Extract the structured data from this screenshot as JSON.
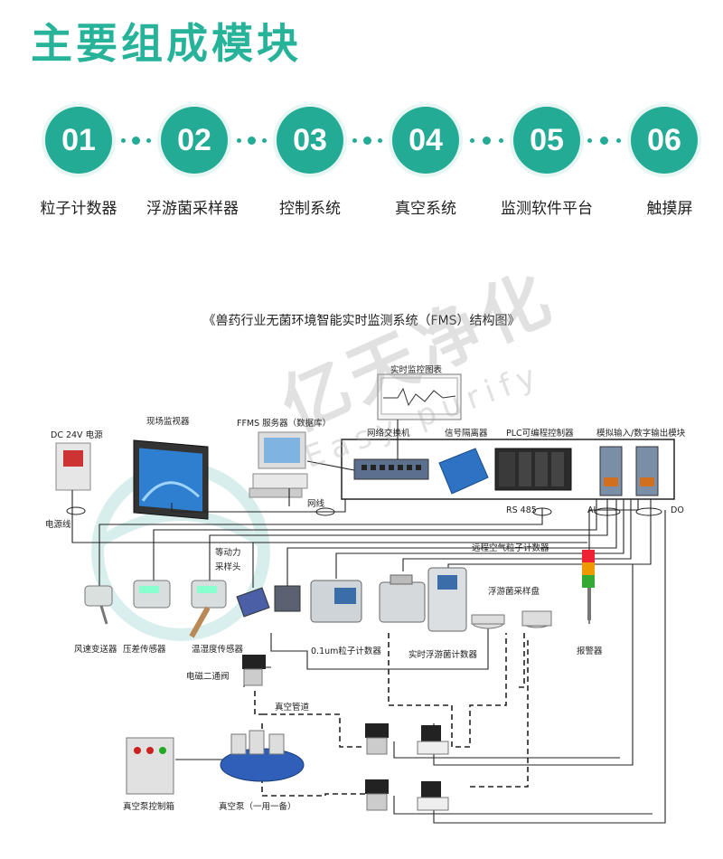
{
  "header": {
    "title": "主要组成模块"
  },
  "steps": [
    {
      "num": "01",
      "label": "粒子计数器"
    },
    {
      "num": "02",
      "label": "浮游菌采样器"
    },
    {
      "num": "03",
      "label": "控制系统"
    },
    {
      "num": "04",
      "label": "真空系统"
    },
    {
      "num": "05",
      "label": "监测软件平台"
    },
    {
      "num": "06",
      "label": "触摸屏"
    }
  ],
  "diagram": {
    "title": "《兽药行业无菌环境智能实时监测系统（FMS）结构图》",
    "labels": {
      "realtime_chart": "实时监控图表",
      "dc_power": "DC 24V 电源",
      "field_monitor": "现场监视器",
      "server": "FFMS 服务器（数据库）",
      "switch": "网络交换机",
      "isolator": "信号隔离器",
      "plc": "PLC可编程控制器",
      "io_module": "模拟输入/数字输出模块",
      "rs485": "RS 485",
      "ai": "AI",
      "do": "DO",
      "power_line": "电源线",
      "network_line": "网线",
      "remote_counter": "远程空气粒子计数器",
      "isokinetic": "等动力\n采样头",
      "plankton_dish": "浮游菌采样盘",
      "wind_transmitter": "风速变送器",
      "pressure_sensor": "压差传感器",
      "temp_humidity": "温湿度传感器",
      "counter_01um": "0.1um粒子计数器",
      "realtime_plankton": "实时浮游菌计数器",
      "alarm": "报警器",
      "solenoid": "电磁二通阀",
      "vacuum_pipe": "真空管道",
      "vacuum_box": "真空泵控制箱",
      "vacuum_pump": "真空泵（一用一备）"
    },
    "watermark": {
      "cn": "亿天净化",
      "en": "Easy purify"
    }
  },
  "colors": {
    "accent": "#23ab95",
    "title": "#27b39a",
    "halo": "#e8f6f3"
  }
}
